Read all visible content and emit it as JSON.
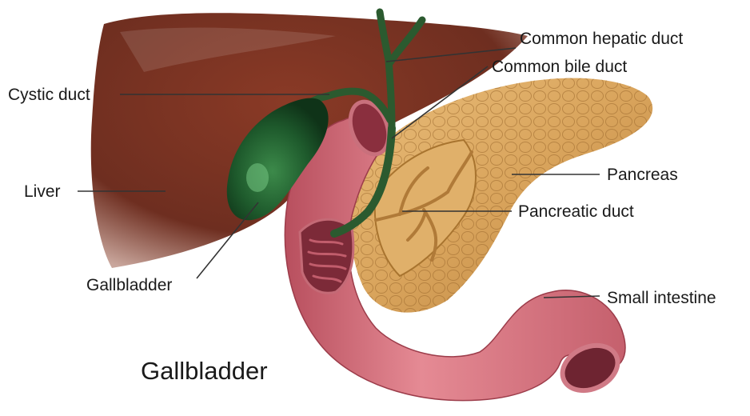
{
  "title": "Gallbladder",
  "labels": {
    "common_hepatic_duct": "Common hepatic duct",
    "common_bile_duct": "Common bile duct",
    "cystic_duct": "Cystic duct",
    "pancreas": "Pancreas",
    "liver": "Liver",
    "pancreatic_duct": "Pancreatic duct",
    "gallbladder": "Gallbladder",
    "small_intestine": "Small intestine"
  },
  "colors": {
    "liver": "#6e2e20",
    "gallbladder": "#1e5a2c",
    "bile_duct": "#2b5a2f",
    "pancreas": "#d9a45c",
    "intestine": "#d9727e",
    "leader_line": "#333333"
  }
}
